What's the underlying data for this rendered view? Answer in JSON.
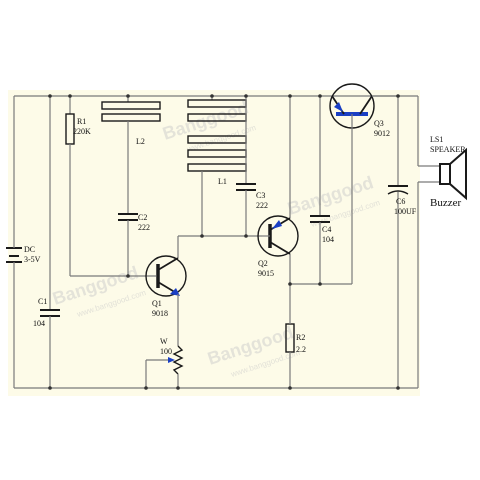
{
  "labels": {
    "dc": "DC",
    "dc_value": "3-5V",
    "c1": "C1",
    "c1_value": "104",
    "r1": "R1",
    "r1_value": "220K",
    "l2": "L2",
    "c2": "C2",
    "c2_value": "222",
    "q1": "Q1",
    "q1_value": "9018",
    "w": "W",
    "w_value": "100",
    "l1": "L1",
    "c3": "C3",
    "c3_value": "222",
    "q2": "Q2",
    "q2_value": "9015",
    "r2": "R2",
    "r2_value": "2.2",
    "c4": "C4",
    "c4_value": "104",
    "q3": "Q3",
    "q3_value": "9012",
    "c6": "C6",
    "c6_value": "100UF",
    "ls1": "LS1",
    "speaker": "SPEAKER",
    "buzzer": "Buzzer"
  },
  "watermark": {
    "brand": "Banggood",
    "domain": "www.banggood.com"
  },
  "colors": {
    "background": "#fdfbe8",
    "wire": "#7a7a7a",
    "component": "#1a1a1a",
    "emitter_arrow": "#1a3fc4"
  }
}
